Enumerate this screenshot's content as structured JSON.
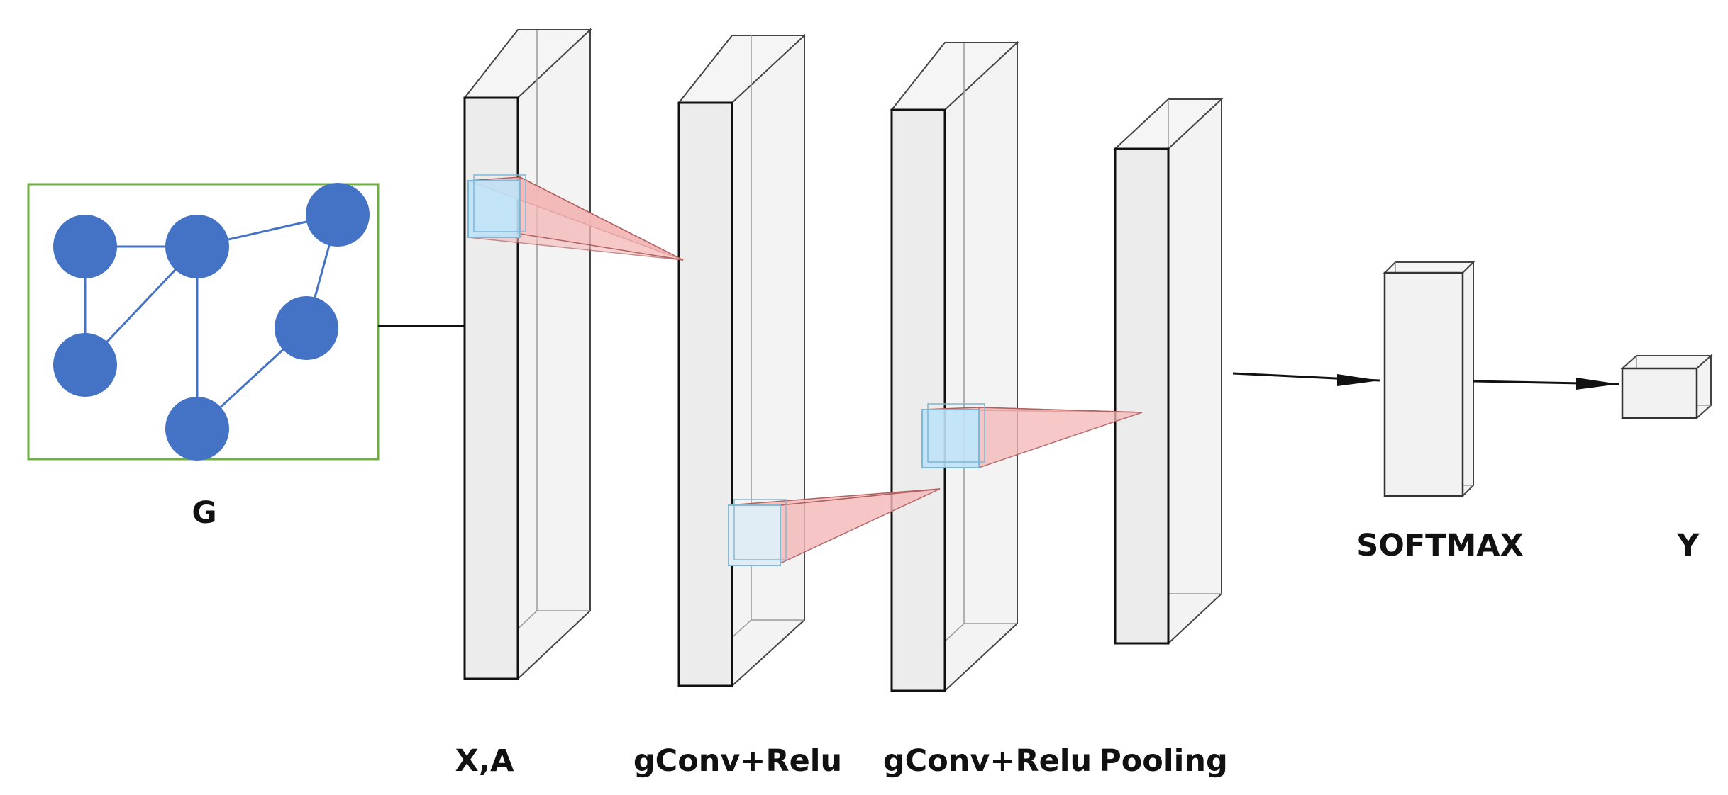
{
  "graph": {
    "label": "G",
    "border_color": "#70ad47",
    "node_color": "#4472c4",
    "edge_color": "#4472c4"
  },
  "layers": [
    {
      "id": "input",
      "label": "X,A"
    },
    {
      "id": "gconv1",
      "label": "gConv+Relu"
    },
    {
      "id": "gconv2",
      "label": "gConv+Relu"
    },
    {
      "id": "pooling",
      "label": "Pooling"
    },
    {
      "id": "softmax",
      "label": "SOFTMAX"
    },
    {
      "id": "output",
      "label": "Y"
    }
  ],
  "colors": {
    "kernel": "#bfe3f7",
    "receptive_field": "#f3b7b7"
  }
}
